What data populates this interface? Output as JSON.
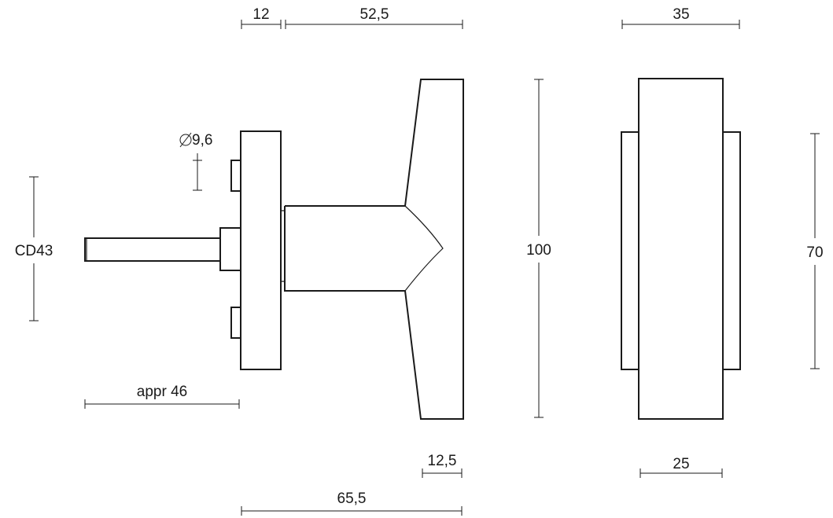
{
  "dimensions": {
    "base_thickness": "12",
    "length_rose_to_end": "52,5",
    "side_width": "35",
    "spindle_diameter": "9,6",
    "center_distance": "CD43",
    "height": "100",
    "side_height": "70",
    "spindle_length": "appr 46",
    "grip_thickness": "12,5",
    "side_depth": "25",
    "total_length": "65,5"
  }
}
